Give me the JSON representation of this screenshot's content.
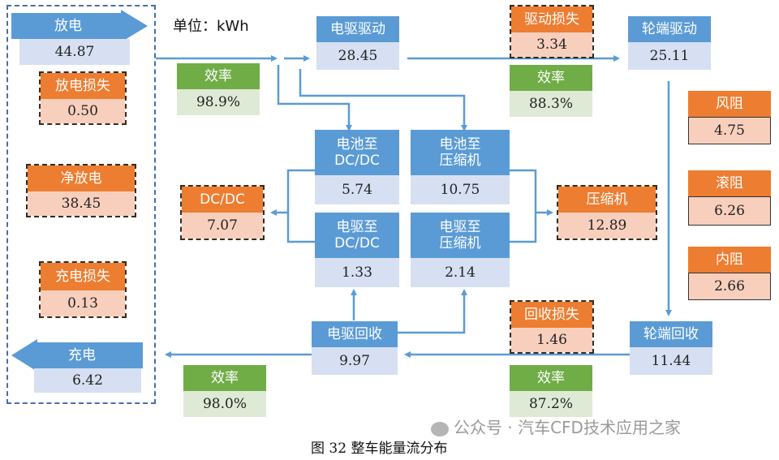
{
  "unit": "单位：kWh",
  "caption": "图 32  整车能量流分布",
  "watermark": "公众号 · 汽车CFD技术应用之家",
  "colors": {
    "blue": "#5b9bd5",
    "orange": "#ed7d31",
    "green": "#70ad47",
    "arrow": "#5b9bd5"
  },
  "battery": {
    "discharge": {
      "label": "放电",
      "value": "44.87"
    },
    "discharge_loss": {
      "label": "放电损失",
      "value": "0.50"
    },
    "net_discharge": {
      "label": "净放电",
      "value": "38.45"
    },
    "charge_loss": {
      "label": "充电损失",
      "value": "0.13"
    },
    "charge": {
      "label": "充电",
      "value": "6.42"
    }
  },
  "nodes": {
    "eff_discharge": {
      "label": "效率",
      "value": "98.9%"
    },
    "drive": {
      "label": "电驱驱动",
      "value": "28.45"
    },
    "drive_loss": {
      "label": "驱动损失",
      "value": "3.34"
    },
    "eff_drive": {
      "label": "效率",
      "value": "88.3%"
    },
    "wheel_drive": {
      "label": "轮端驱动",
      "value": "25.11"
    },
    "wind": {
      "label": "风阻",
      "value": "4.75"
    },
    "roll": {
      "label": "滚阻",
      "value": "6.26"
    },
    "internal": {
      "label": "内阻",
      "value": "2.66"
    },
    "batt_dcdc": {
      "label": "电池至\nDC/DC",
      "value": "5.74"
    },
    "batt_comp": {
      "label": "电池至\n压缩机",
      "value": "10.75"
    },
    "drive_dcdc": {
      "label": "电驱至\nDC/DC",
      "value": "1.33"
    },
    "drive_comp": {
      "label": "电驱至\n压缩机",
      "value": "2.14"
    },
    "dcdc": {
      "label": "DC/DC",
      "value": "7.07"
    },
    "compressor": {
      "label": "压缩机",
      "value": "12.89"
    },
    "regen": {
      "label": "电驱回收",
      "value": "9.97"
    },
    "regen_loss": {
      "label": "回收损失",
      "value": "1.46"
    },
    "eff_regen": {
      "label": "效率",
      "value": "87.2%"
    },
    "wheel_regen": {
      "label": "轮端回收",
      "value": "11.44"
    },
    "eff_charge": {
      "label": "效率",
      "value": "98.0%"
    }
  }
}
